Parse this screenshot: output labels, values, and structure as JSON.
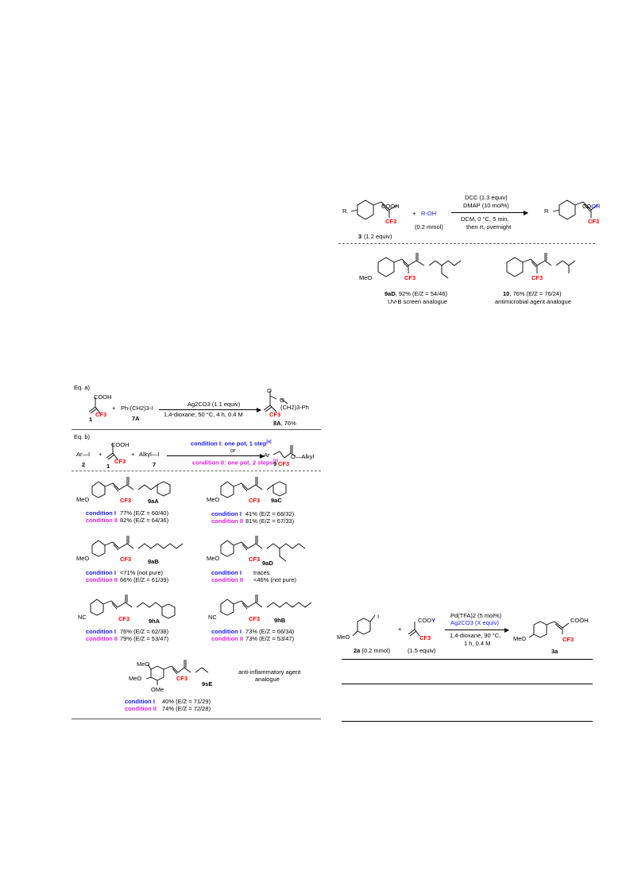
{
  "scheme_top_right": {
    "reactant_acid_sub": "R",
    "reactant_acid_group": "COOH",
    "reactant_acid_cf3": "CF3",
    "reactant_acid_label": "3",
    "reactant_acid_equiv": "(1.2 equiv)",
    "plus": "+",
    "alcohol": "R-OH",
    "alcohol_amount": "(0.2 mmol)",
    "cond_line1": "DCC (1.3 equiv)",
    "cond_line2": "DMAP (10 mol%)",
    "cond_line3": "DCM, 0 °C, 5 min,",
    "cond_line4": "then rt, overnight",
    "product_sub": "R",
    "product_group_co": "CO",
    "product_group_or": "OR",
    "product_cf3": "CF3",
    "ex1_meo": "MeO",
    "ex1_cf3": "CF3",
    "ex1_label": "9aD",
    "ex1_yield": ", 92% (E/Z =  54/46)",
    "ex1_desc": "UV-B screen analogue",
    "ex2_cf3": "CF3",
    "ex2_label": "10",
    "ex2_yield": ", 76% (E/Z =  76/24)",
    "ex2_desc": "antimicrobial agent analogue"
  },
  "scheme_left": {
    "eq_a_label": "Eq. a)",
    "eq_a_cooh": "COOH",
    "eq_a_cf3": "CF3",
    "eq_a_r1_label": "1",
    "eq_a_plus": "+",
    "eq_a_r2": "Ph-(CH2)3-I",
    "eq_a_r2_label": "7A",
    "eq_a_cond1": "Ag2CO3 (1.1 equiv)",
    "eq_a_cond2": "1,4-dioxane, 50 °C, 4 h, 0.4 M",
    "eq_a_prod_chain": "(CH2)3-Ph",
    "eq_a_prod_cf3": "CF3",
    "eq_a_prod_label": "8A",
    "eq_a_prod_yield": ", 76%",
    "eq_b_label": "Eq. b)",
    "eq_b_ar": "Ar—I",
    "eq_b_ar_label": "2",
    "eq_b_plus1": "+",
    "eq_b_cooh": "COOH",
    "eq_b_cf3": "CF3",
    "eq_b_r1_label": "1",
    "eq_b_plus2": "+",
    "eq_b_alkyl": "Alkyl—I",
    "eq_b_alkyl_label": "7",
    "eq_b_cond1": "condition I: one pot, 1 step",
    "eq_b_cond1_sup": "[a]",
    "eq_b_or": "or",
    "eq_b_cond2": "condition II: one pot, 2 steps",
    "eq_b_cond2_sup": "[b]",
    "eq_b_prod_ar": "Ar",
    "eq_b_prod_alkyl": "O",
    "eq_b_prod_alkyl2": "Alkyl",
    "eq_b_prod_cf3": "CF3",
    "eq_b_prod_label": "9",
    "condI": "condition I",
    "condII": "condition II",
    "cf3": "CF3",
    "meo": "MeO",
    "nc": "NC",
    "ome": "OMe",
    "c9aA_label": "9aA",
    "c9aA_I": "77% (E/Z = 60/40)",
    "c9aA_II": "82% (E/Z = 64/36)",
    "c9aC_label": "9aC",
    "c9aC_I": "41% (E/Z = 68/32)",
    "c9aC_II": "81% (E/Z = 67/33)",
    "c9aB_label": "9aB",
    "c9aB_I": "<71% (not pure)",
    "c9aB_II": "66% (E/Z = 61/39)",
    "c9aD_label": "9aD",
    "c9aD_I": "traces",
    "c9aD_II": "<46% (not pure)",
    "c9hA_label": "9hA",
    "c9hA_I": "76% (E/Z = 62/38)",
    "c9hA_II": "79% (E/Z = 53/47)",
    "c9hB_label": "9hB",
    "c9hB_I": "73% (E/Z = 66/34)",
    "c9hB_II": "73% (E/Z = 53/47)",
    "c9sE_label": "9sE",
    "c9sE_desc1": "anti-inflammatory agent",
    "c9sE_desc2": "analogue",
    "c9sE_I": "40% (E/Z = 71/29)",
    "c9sE_II": "74% (E/Z = 72/28)"
  },
  "scheme_bottom_right": {
    "r1_i": "I",
    "r1_meo": "MeO",
    "r1_label": "2a",
    "r1_amount": " (0.2 mmol)",
    "plus": "+",
    "r2_co": "COO",
    "r2_y": "Y",
    "r2_cf3": "CF3",
    "r2_amount": "(1.5 equiv)",
    "cond1": "Pd(TFA)2 (5 mol%)",
    "cond2": "Ag2CO3 (X equiv)",
    "cond3": "1,4-dioxane, 90 °C,",
    "cond4": "1 h, 0.4 M",
    "prod_meo": "MeO",
    "prod_cooh": "COOH",
    "prod_cf3": "CF3",
    "prod_label": "3a"
  },
  "colors": {
    "cf3": "#ff0000",
    "blue": "#1a1aff",
    "magenta": "#e020e0"
  }
}
